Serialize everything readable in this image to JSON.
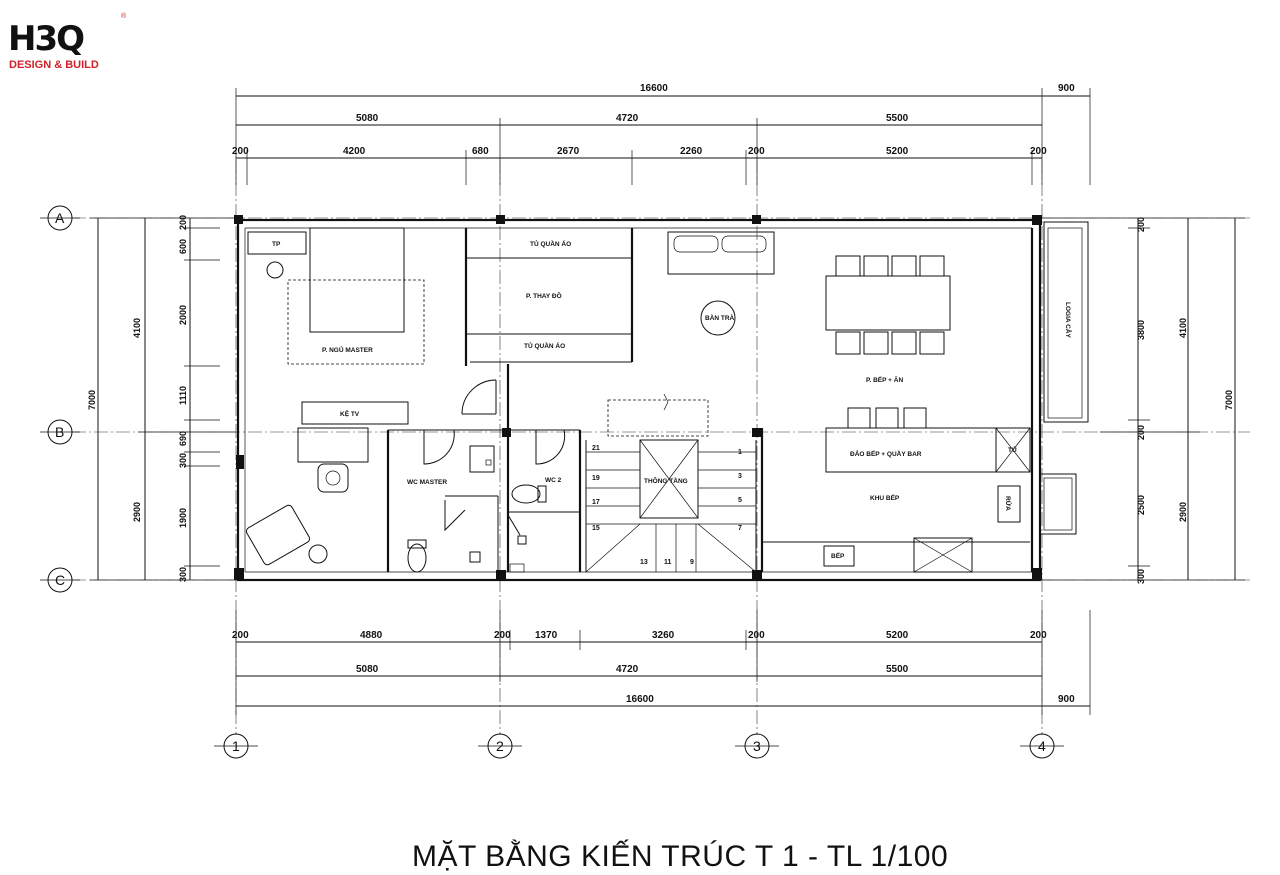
{
  "logo": {
    "mark": "H3Q",
    "registered": "®",
    "tagline": "DESIGN & BUILD"
  },
  "title": "MẶT BẰNG KIẾN TRÚC T 1 - TL 1/100",
  "dims": {
    "top_total": "16600",
    "top_extra": "900",
    "top_mid": [
      "5080",
      "4720",
      "5500"
    ],
    "top_small": [
      "200",
      "4200",
      "680",
      "2670",
      "2260",
      "200",
      "5200",
      "200"
    ],
    "bot_small": [
      "200",
      "4880",
      "200",
      "1370",
      "3260",
      "200",
      "5200",
      "200"
    ],
    "bot_mid": [
      "5080",
      "4720",
      "5500"
    ],
    "bot_total": "16600",
    "bot_extra": "900",
    "left_total": "7000",
    "left_a": "4100",
    "left_b": "2900",
    "left_small": [
      "200",
      "600",
      "2000",
      "1110",
      "690",
      "300",
      "1900",
      "300"
    ],
    "right_total": "7000",
    "right_a": "4100",
    "right_b": "2900",
    "right_small": [
      "200",
      "3800",
      "200",
      "2500",
      "300"
    ]
  },
  "axes": {
    "rows": [
      "A",
      "B",
      "C"
    ],
    "cols": [
      "1",
      "2",
      "3",
      "4"
    ]
  },
  "rooms": {
    "tp": "TP",
    "master_bed": "P. NGỦ MASTER",
    "wardrobe1": "TỦ QUẦN ÁO",
    "dressing": "P. THAY ĐỒ",
    "wardrobe2": "TỦ QUẦN ÁO",
    "tea": "BÀN TRÀ",
    "kitchen_dining": "P. BẾP + ĂN",
    "desk": "KỆ TV",
    "wc_master": "WC MASTER",
    "wc2": "WC 2",
    "void": "THÔNG TẦNG",
    "island": "ĐẢO BẾP + QUẦY BAR",
    "kitchen_area": "KHU BẾP",
    "stove": "BẾP",
    "fridge": "TỦ",
    "sink": "RỬA",
    "green_logia": "LOGIA CÂY"
  },
  "stairs": [
    "21",
    "19",
    "17",
    "15",
    "1",
    "3",
    "5",
    "7",
    "13",
    "11",
    "9"
  ]
}
